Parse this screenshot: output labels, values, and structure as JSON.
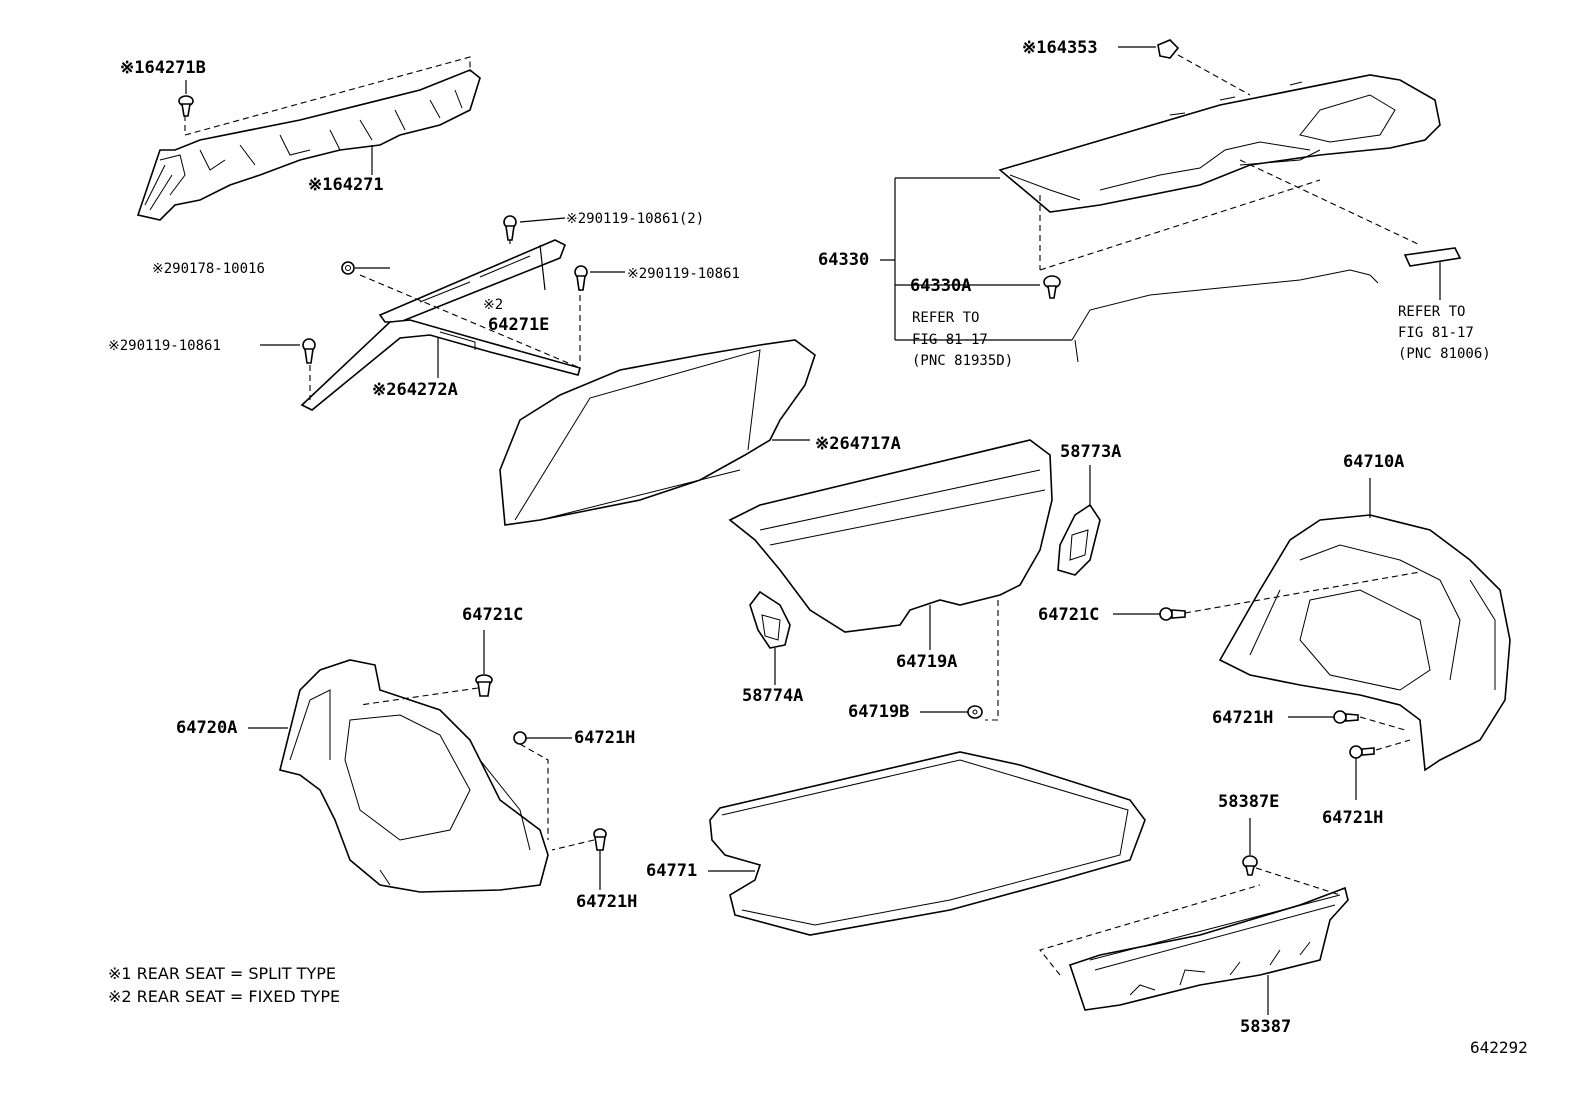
{
  "labels": [
    {
      "id": "l1",
      "text": "※164271B"
    },
    {
      "id": "l2",
      "text": "※164271"
    },
    {
      "id": "l3",
      "text": "※290119-10861(2)"
    },
    {
      "id": "l4",
      "text": "※290178-10016"
    },
    {
      "id": "l5",
      "text": "※290119-10861"
    },
    {
      "id": "l6",
      "text": "※2"
    },
    {
      "id": "l7",
      "text": "64271E"
    },
    {
      "id": "l8",
      "text": "※290119-10861"
    },
    {
      "id": "l9",
      "text": "※264272A"
    },
    {
      "id": "l10",
      "text": "※164353"
    },
    {
      "id": "l11",
      "text": "64330"
    },
    {
      "id": "l12",
      "text": "64330A"
    },
    {
      "id": "l13",
      "text": "REFER TO"
    },
    {
      "id": "l14",
      "text": "FIG 81-17"
    },
    {
      "id": "l15",
      "text": "(PNC 81935D)"
    },
    {
      "id": "l16",
      "text": "REFER TO"
    },
    {
      "id": "l17",
      "text": "FIG 81-17"
    },
    {
      "id": "l18",
      "text": "(PNC 81006)"
    },
    {
      "id": "l19",
      "text": "※264717A"
    },
    {
      "id": "l20",
      "text": "58773A"
    },
    {
      "id": "l21",
      "text": "64710A"
    },
    {
      "id": "l22",
      "text": "64721C"
    },
    {
      "id": "l23",
      "text": "64721C"
    },
    {
      "id": "l24",
      "text": "64719A"
    },
    {
      "id": "l25",
      "text": "58774A"
    },
    {
      "id": "l26",
      "text": "64720A"
    },
    {
      "id": "l27",
      "text": "64721H"
    },
    {
      "id": "l28",
      "text": "64719B"
    },
    {
      "id": "l29",
      "text": "64721H"
    },
    {
      "id": "l30",
      "text": "64721H"
    },
    {
      "id": "l31",
      "text": "58387E"
    },
    {
      "id": "l32",
      "text": "64771"
    },
    {
      "id": "l33",
      "text": "64721H"
    },
    {
      "id": "l34",
      "text": "58387"
    }
  ],
  "notes": [
    "※1 REAR SEAT = SPLIT TYPE",
    "※2 REAR SEAT = FIXED TYPE"
  ],
  "diagram_id": "642292"
}
